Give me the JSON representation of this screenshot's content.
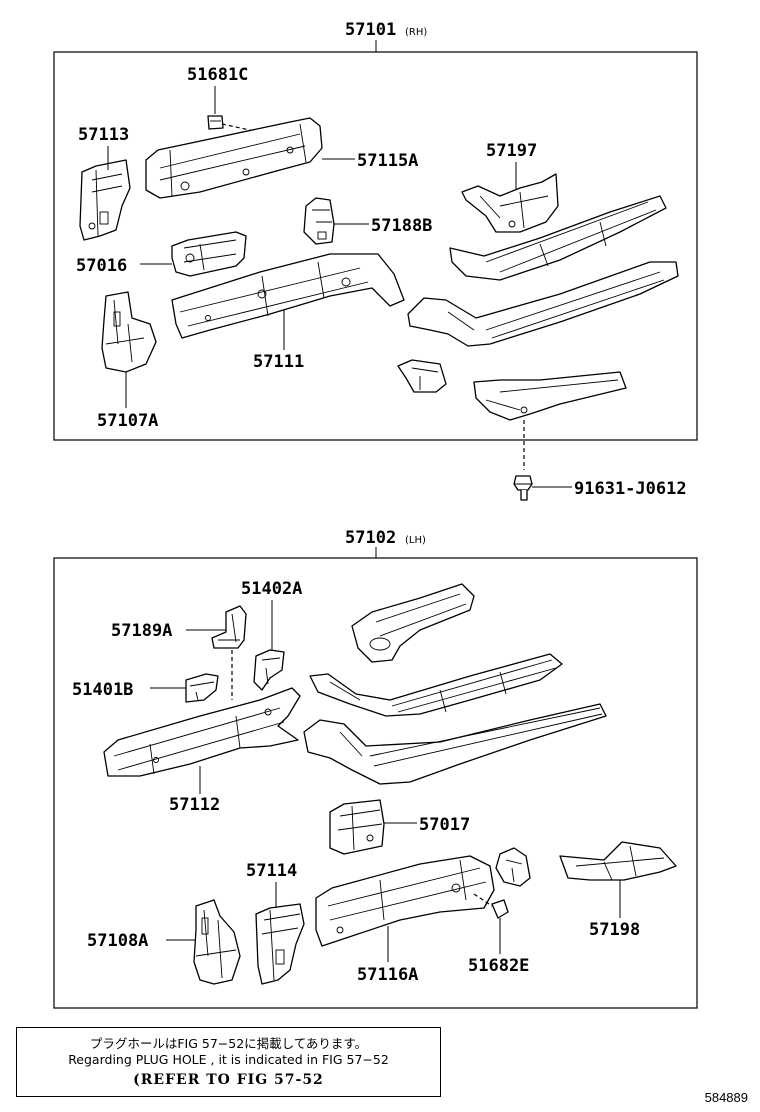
{
  "upper_assembly": {
    "part_no": "57101",
    "side": "(RH)",
    "callouts": {
      "c51681C": "51681C",
      "c57113": "57113",
      "c57115A": "57115A",
      "c57197": "57197",
      "c57188B": "57188B",
      "c57016": "57016",
      "c57111": "57111",
      "c57107A": "57107A"
    }
  },
  "bolt": {
    "part_no": "91631-J0612"
  },
  "lower_assembly": {
    "part_no": "57102",
    "side": "(LH)",
    "callouts": {
      "c51402A": "51402A",
      "c57189A": "57189A",
      "c51401B": "51401B",
      "c57112": "57112",
      "c57017": "57017",
      "c57114": "57114",
      "c57108A": "57108A",
      "c57116A": "57116A",
      "c51682E": "51682E",
      "c57198": "57198"
    }
  },
  "note": {
    "line_jp": "プラグホールはFIG 57−52に掲載してあります。",
    "line_en": "Regarding PLUG HOLE , it is indicated in FIG 57−52",
    "refer": "(REFER TO FIG 57-52"
  },
  "diagram_id": "584889"
}
